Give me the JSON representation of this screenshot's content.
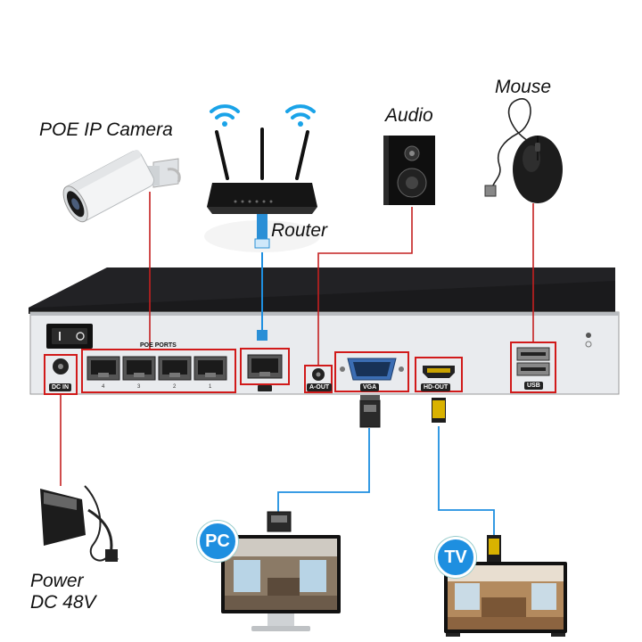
{
  "labels": {
    "camera": "POE IP Camera",
    "router": "Router",
    "audio": "Audio",
    "mouse": "Mouse",
    "power_line1": "Power",
    "power_line2": "DC 48V"
  },
  "badges": {
    "pc": "PC",
    "tv": "TV"
  },
  "nvr_ports": {
    "poe_ports": "POE PORTS",
    "dc_in": "DC IN",
    "a_out": "A-OUT",
    "vga": "VGA",
    "hd_out": "HD-OUT",
    "usb": "USB",
    "poe_numbers": [
      "4",
      "3",
      "2",
      "1"
    ]
  },
  "colors": {
    "highlight": "#d11a1a",
    "cable_red": "#c42020",
    "cable_blue": "#1e8fe0",
    "nvr_body": "#1c1c1e",
    "nvr_panel": "#eceef0"
  }
}
